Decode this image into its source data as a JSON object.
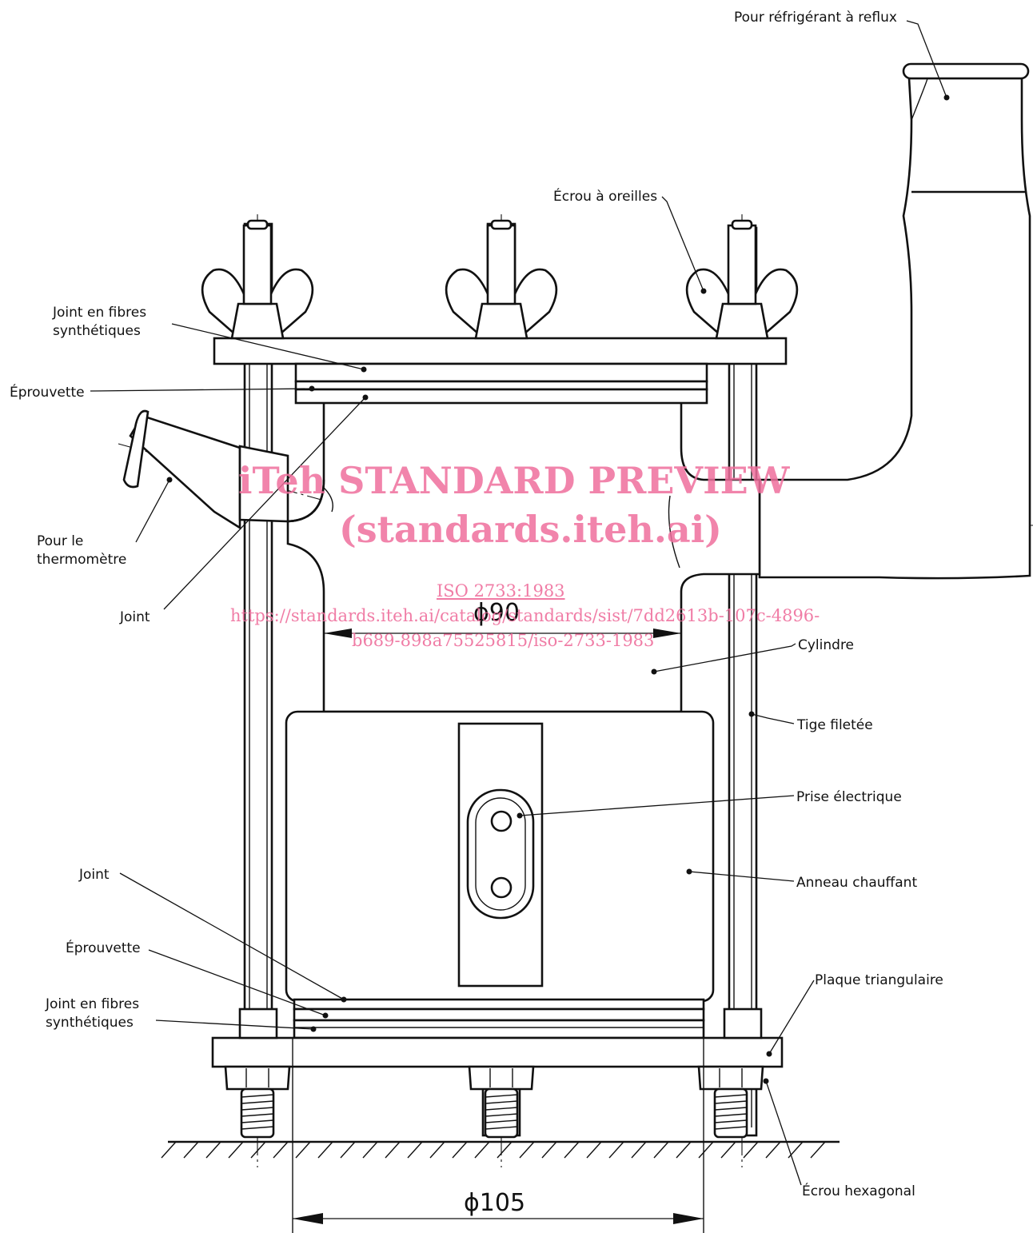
{
  "labels": {
    "reflux": "Pour réfrigérant à reflux",
    "wing_nut": "Écrou à oreilles",
    "gasket_top_1": "Joint en fibres",
    "gasket_top_2": "synthétiques",
    "specimen_top": "Éprouvette",
    "thermometer_1": "Pour le",
    "thermometer_2": "thermomètre",
    "joint_mid": "Joint",
    "cylinder": "Cylindre",
    "threaded_rod": "Tige filetée",
    "socket": "Prise électrique",
    "heating_ring": "Anneau chauffant",
    "joint_low": "Joint",
    "specimen_low": "Éprouvette",
    "gasket_low_1": "Joint en fibres",
    "gasket_low_2": "synthétiques",
    "plate": "Plaque triangulaire",
    "hex_nut": "Écrou hexagonal"
  },
  "dimensions": {
    "inner": "ϕ90",
    "outer": "ϕ105"
  },
  "watermark": {
    "title": "iTeh STANDARD PREVIEW",
    "site": "(standards.iteh.ai)",
    "standard": "ISO 2733:1983",
    "url_1": "https://standards.iteh.ai/catalog/standards/sist/7dd2613b-107c-4896-",
    "url_2": "b689-898a75525815/iso-2733-1983"
  }
}
